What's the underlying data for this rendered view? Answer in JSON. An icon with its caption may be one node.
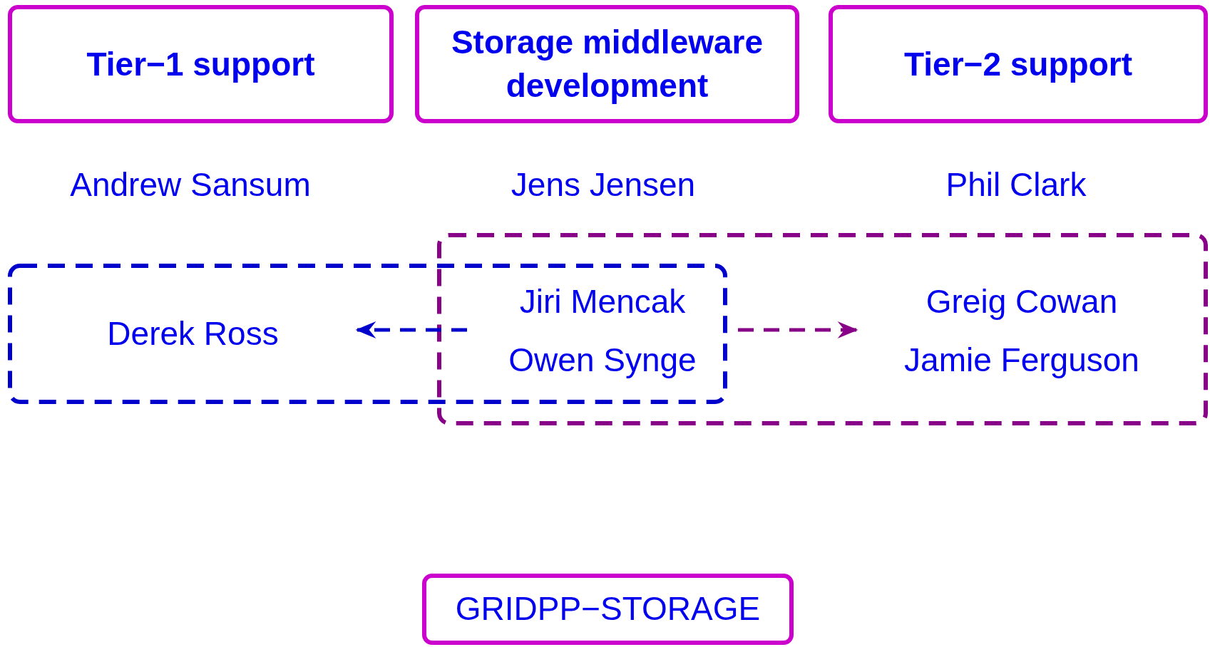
{
  "diagram": {
    "nodes": [
      {
        "text": [
          "Tier−1 support"
        ]
      },
      {
        "text": [
          "Storage middleware development"
        ]
      },
      {
        "text": [
          "Tier−2 support"
        ]
      },
      {
        "text": [],
        "shape": "box"
      },
      {
        "text": [
          "Derek Ross"
        ],
        "in": 3
      },
      {
        "text": [],
        "shape": "box"
      },
      {
        "text": [
          "Jiri Mencak",
          "Owen Synge"
        ]
      },
      {
        "text": [
          "Greig Cowan",
          "Jamie Ferguson"
        ],
        "in": 5
      },
      {
        "text": [
          "GRIDPP−STORAGE"
        ]
      }
    ],
    "edges": [
      {
        "from": 6,
        "to": 4,
        "arrow": "to",
        "style": "dashed",
        "color": "#0000cc"
      },
      {
        "from": 6,
        "to": 7,
        "arrow": "to",
        "style": "dashed",
        "color": "#880088"
      }
    ],
    "labels": [
      "Andrew Sansum",
      "Jens Jensen",
      "Phil Clark"
    ]
  }
}
